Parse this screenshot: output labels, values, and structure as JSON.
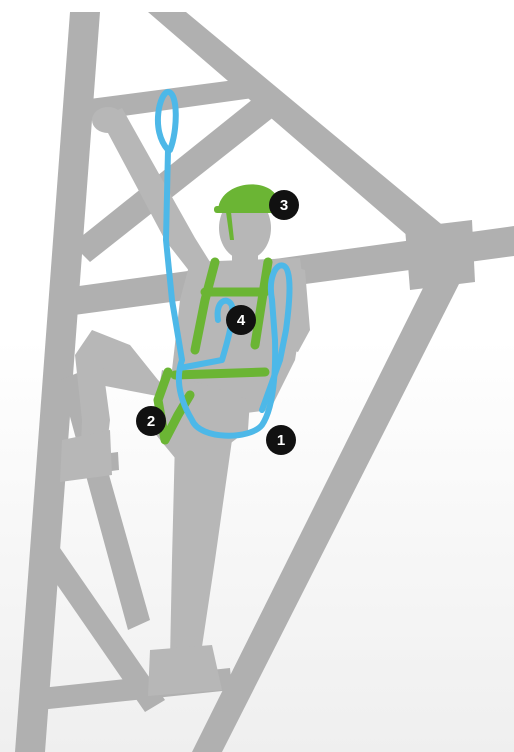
{
  "colors": {
    "tower": "#b0b0b0",
    "figure": "#b7b7b7",
    "harness": "#6bb534",
    "lanyard": "#4db8e8",
    "marker_fill": "#111111",
    "marker_text": "#ffffff"
  },
  "markers": [
    {
      "label": "1"
    },
    {
      "label": "2"
    },
    {
      "label": "3"
    },
    {
      "label": "4"
    }
  ]
}
